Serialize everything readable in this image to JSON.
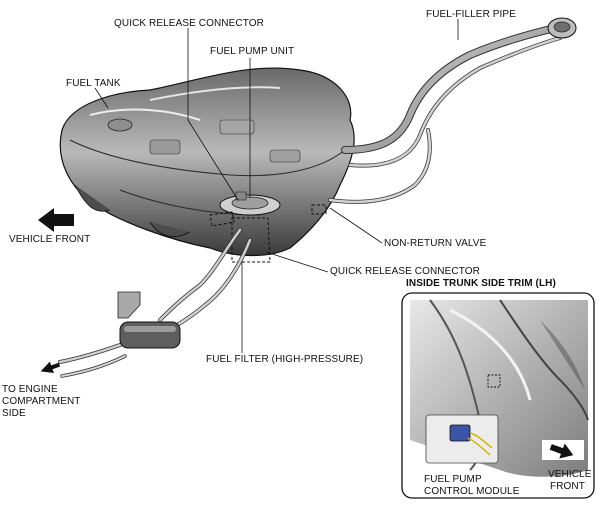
{
  "labels": {
    "quick_release_connector_top": "QUICK RELEASE CONNECTOR",
    "fuel_pump_unit": "FUEL PUMP UNIT",
    "fuel_filler_pipe": "FUEL-FILLER PIPE",
    "fuel_tank": "FUEL TANK",
    "vehicle_front_main": "VEHICLE FRONT",
    "non_return_valve": "NON-RETURN VALVE",
    "quick_release_connector_bottom": "QUICK RELEASE CONNECTOR",
    "fuel_filter": "FUEL FILTER (HIGH-PRESSURE)",
    "to_engine_line1": "TO ENGINE",
    "to_engine_line2": "COMPARTMENT",
    "to_engine_line3": "SIDE"
  },
  "inset": {
    "title": "INSIDE TRUNK SIDE TRIM (LH)",
    "module_line1": "FUEL PUMP",
    "module_line2": "CONTROL MODULE",
    "vehicle_front_line1": "VEHICLE",
    "vehicle_front_line2": "FRONT"
  },
  "icons": [
    "vehicle-front-arrow-icon",
    "engine-direction-arrow-icon",
    "inset-vehicle-front-arrow-icon"
  ]
}
